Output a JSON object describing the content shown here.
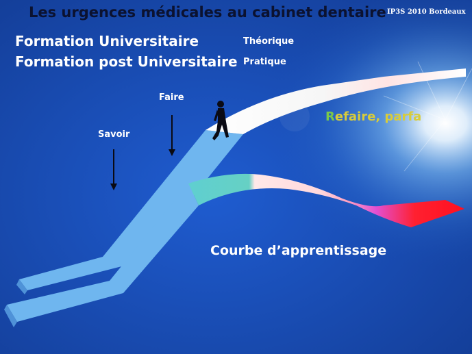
{
  "slide": {
    "title": "Les urgences médicales au cabinet dentaire",
    "credit": "IP3S 2010 Bordeaux",
    "formation_universitaire": "Formation Universitaire",
    "formation_post": "Formation post Universitaire",
    "theorique": "Théorique",
    "pratique": "Pratique",
    "faire": "Faire",
    "savoir": "Savoir",
    "refaire_first": "R",
    "refaire_rest": "efaire, parfa",
    "courbe": "Courbe d’apprentissage"
  },
  "colors": {
    "background": "#1a4fb8",
    "curve_light_blue": "#6fb6ef",
    "title_dark": "#0b1230",
    "accent_red": "#ff1020"
  }
}
